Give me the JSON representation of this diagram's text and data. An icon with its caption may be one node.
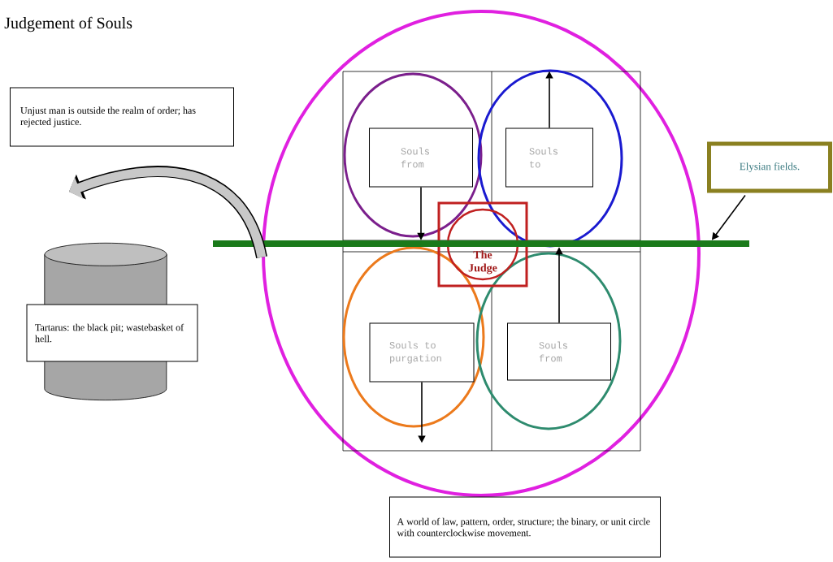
{
  "diagram": {
    "title": "Judgement of Souls",
    "nodes": [
      {
        "text": [
          "Unjust man is outside the realm of order; has rejected justice."
        ]
      },
      {
        "text": [],
        "shape": "circle"
      },
      {
        "text": [],
        "shape": "box",
        "in": 1
      },
      {
        "text": [],
        "shape": "circle",
        "in": 2
      },
      {
        "text": [],
        "shape": "circle",
        "in": 2
      },
      {
        "text": [
          "Souls from"
        ],
        "in": 3
      },
      {
        "text": [
          "Souls to"
        ],
        "in": 4
      },
      {
        "text": [
          "Elysian fields."
        ]
      },
      {
        "text": [],
        "shape": "bar"
      },
      {
        "text": [
          "The Judge"
        ],
        "in": 2
      },
      {
        "text": [],
        "shape": "cylinder"
      },
      {
        "text": [
          "Tartarus: the black pit; wastebasket of hell."
        ]
      },
      {
        "text": [],
        "shape": "circle",
        "in": 2
      },
      {
        "text": [],
        "shape": "circle",
        "in": 2
      },
      {
        "text": [
          "Souls to purgation"
        ],
        "in": 12
      },
      {
        "text": [
          "Souls from"
        ],
        "in": 13
      },
      {
        "text": [
          "A world of law, pattern, order, structure; the binary, or unit circle with counterclockwise movement."
        ]
      }
    ],
    "edges": [
      {
        "from": 5,
        "to": 8,
        "arrow": "to"
      },
      {
        "from": 6,
        "to": 2,
        "arrow": "to"
      },
      {
        "from": 15,
        "to": 8,
        "arrow": "to"
      },
      {
        "from": 14,
        "to": 2,
        "arrow": "to"
      },
      {
        "from": 7,
        "to": 8,
        "arrow": "to"
      },
      {
        "from": 1,
        "to": null,
        "arrow": "to",
        "style": "thick",
        "color": "#c8c8c8"
      }
    ]
  }
}
